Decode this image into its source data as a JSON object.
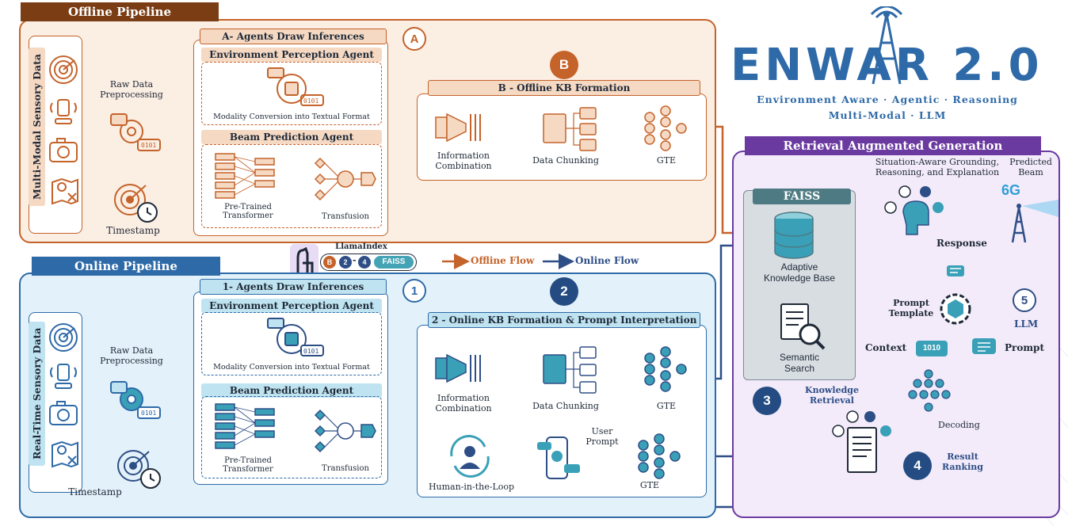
{
  "offline": {
    "title": "Offline Pipeline",
    "sensory_label": "Multi-Modal Sensory Data",
    "preproc": "Raw Data\nPreprocessing",
    "timestamp": "Timestamp",
    "agents_title": "A- Agents Draw Inferences",
    "marker_a": "A",
    "marker_b": "B",
    "env_agent": "Environment Perception Agent",
    "modality": "Modality Conversion into Textual Format",
    "beam_agent": "Beam Prediction Agent",
    "pretrained": "Pre-Trained\nTransformer",
    "transfusion": "Transfusion",
    "kb_title": "B - Offline KB Formation",
    "info_comb": "Information\nCombination",
    "chunking": "Data Chunking",
    "gte": "GTE"
  },
  "legend": {
    "llamaindex": "LlamaIndex",
    "chip_b": "B",
    "chip_2": "2",
    "chip_dash": "-",
    "chip_4": "4",
    "faiss": "FAISS",
    "offline_flow": "Offline Flow",
    "online_flow": "Online Flow",
    "offline_color": "#c4632a",
    "online_color": "#2e4e86"
  },
  "online": {
    "title": "Online Pipeline",
    "sensory_label": "Real-Time Sensory Data",
    "preproc": "Raw Data\nPreprocessing",
    "timestamp": "Timestamp",
    "agents_title": "1- Agents Draw Inferences",
    "marker_1": "1",
    "marker_2": "2",
    "env_agent": "Environment Perception Agent",
    "modality": "Modality Conversion into Textual Format",
    "beam_agent": "Beam Prediction Agent",
    "pretrained": "Pre-Trained\nTransformer",
    "transfusion": "Transfusion",
    "kb_title": "2 - Online KB Formation & Prompt Interpretation",
    "info_comb": "Information\nCombination",
    "chunking": "Data Chunking",
    "gte": "GTE",
    "hitl": "Human-in-the-Loop",
    "user_prompt": "User\nPrompt",
    "gte2": "GTE"
  },
  "brand": {
    "title": "ENWAR 2.0",
    "subtitle1": "Environment Aware · Agentic · Reasoning",
    "subtitle2": "Multi-Modal · LLM"
  },
  "rag": {
    "title": "Retrieval Augmented Generation",
    "faiss": "FAISS",
    "adaptive": "Adaptive\nKnowledge Base",
    "semantic": "Semantic\nSearch",
    "grounding": "Situation-Aware Grounding,\nReasoning, and Explanation",
    "predicted": "Predicted\nBeam",
    "sixg": "6G",
    "response": "Response",
    "prompt_template": "Prompt\nTemplate",
    "marker_5": "5",
    "llm": "LLM",
    "context": "Context",
    "context_chip": "1010",
    "prompt": "Prompt",
    "marker_3": "3",
    "knowledge_retrieval": "Knowledge\nRetrieval",
    "decoding": "Decoding",
    "marker_4": "4",
    "result_ranking": "Result\nRanking"
  },
  "colors": {
    "offline": "#c4632a",
    "offline_dark": "#8a3f12",
    "online": "#2e6aa8",
    "online_dark": "#244c82",
    "rag": "#6b3aa0",
    "teal": "#1d8aa0"
  }
}
